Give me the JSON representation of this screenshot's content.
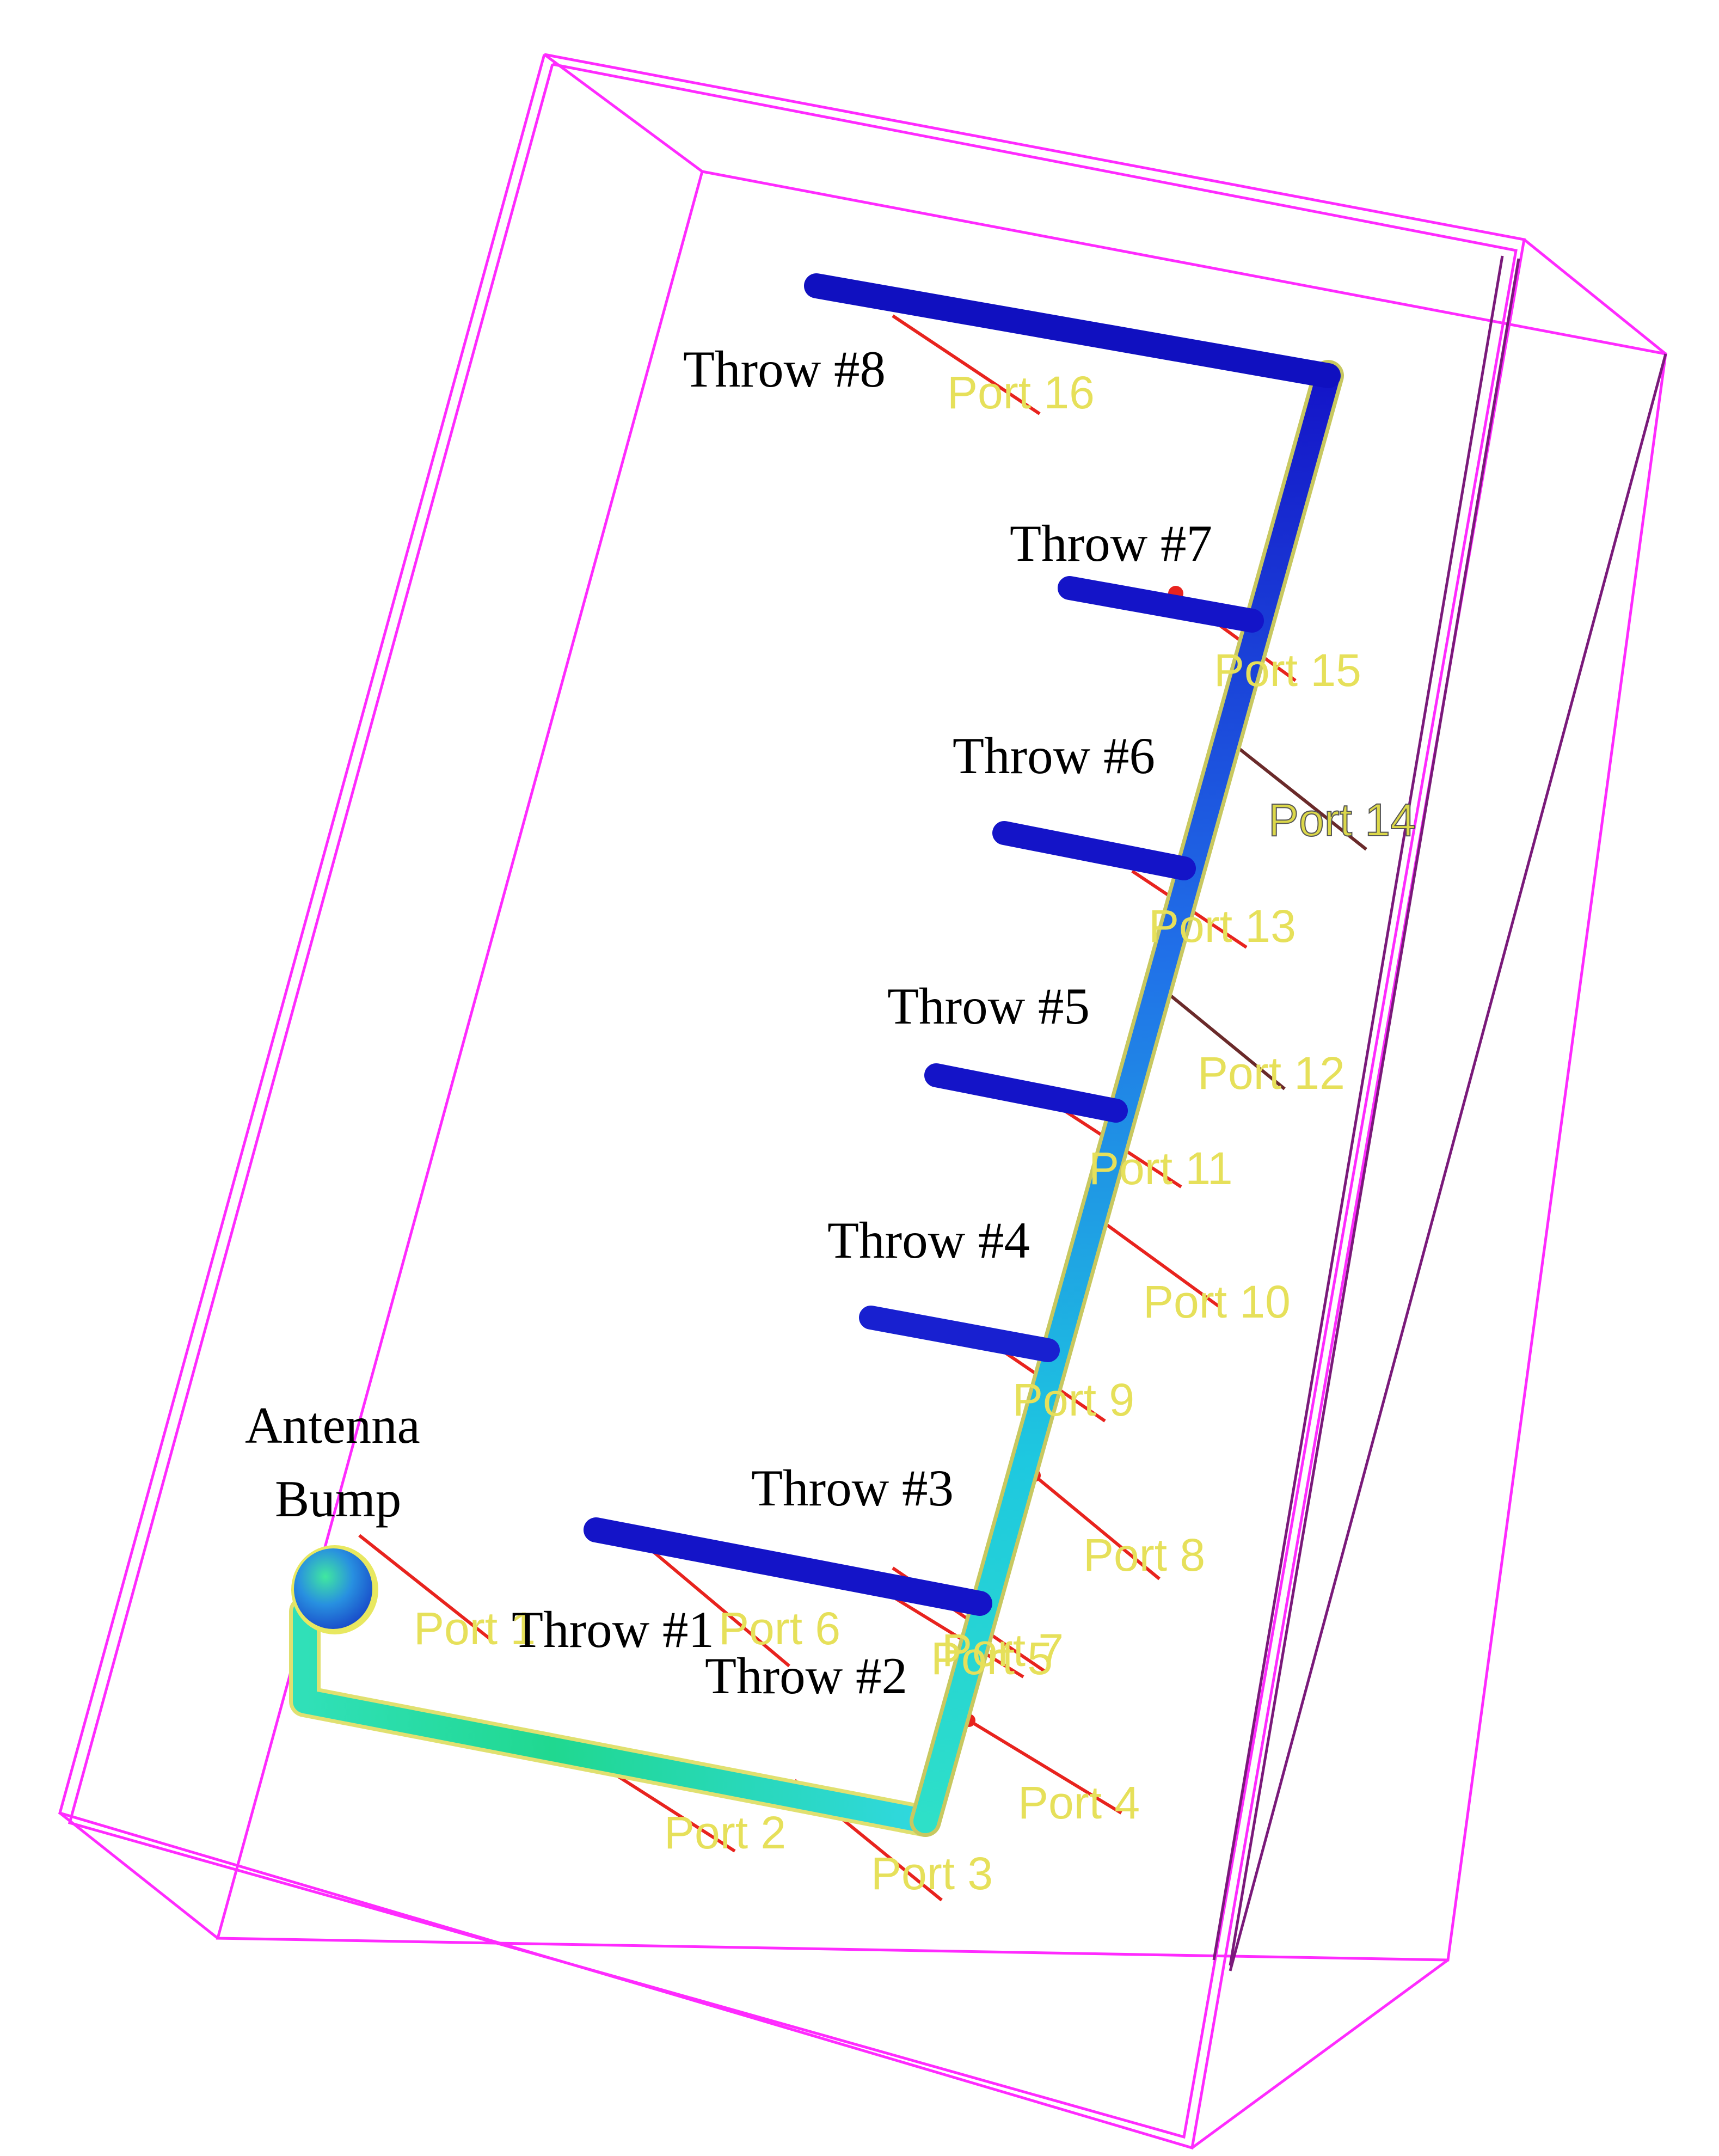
{
  "throws": [
    {
      "id": "throw-1",
      "label": "Throw #1"
    },
    {
      "id": "throw-2",
      "label": "Throw #2"
    },
    {
      "id": "throw-3",
      "label": "Throw #3"
    },
    {
      "id": "throw-4",
      "label": "Throw #4"
    },
    {
      "id": "throw-5",
      "label": "Throw #5"
    },
    {
      "id": "throw-6",
      "label": "Throw #6"
    },
    {
      "id": "throw-7",
      "label": "Throw #7"
    },
    {
      "id": "throw-8",
      "label": "Throw #8"
    }
  ],
  "antenna": {
    "line1": "Antenna",
    "line2": "Bump"
  },
  "ports": {
    "p1": "Port 1",
    "p2": "Port 2",
    "p3": "Port 3",
    "p4": "Port 4",
    "p5": "Port 5",
    "p6": "Port 6",
    "p7": "Port 7",
    "p8": "Port 8",
    "p9": "Port 9",
    "p10": "Port 10",
    "p11": "Port 11",
    "p12": "Port 12",
    "p13": "Port 13",
    "p14": "Port 14",
    "p15": "Port 15",
    "p16": "Port 16"
  },
  "colors": {
    "box": "#ff2bff",
    "probe": "#e8231e",
    "port_text": "#e6e05a",
    "trace_hot": "#1ec8d8",
    "trace_cold": "#1414c8"
  }
}
